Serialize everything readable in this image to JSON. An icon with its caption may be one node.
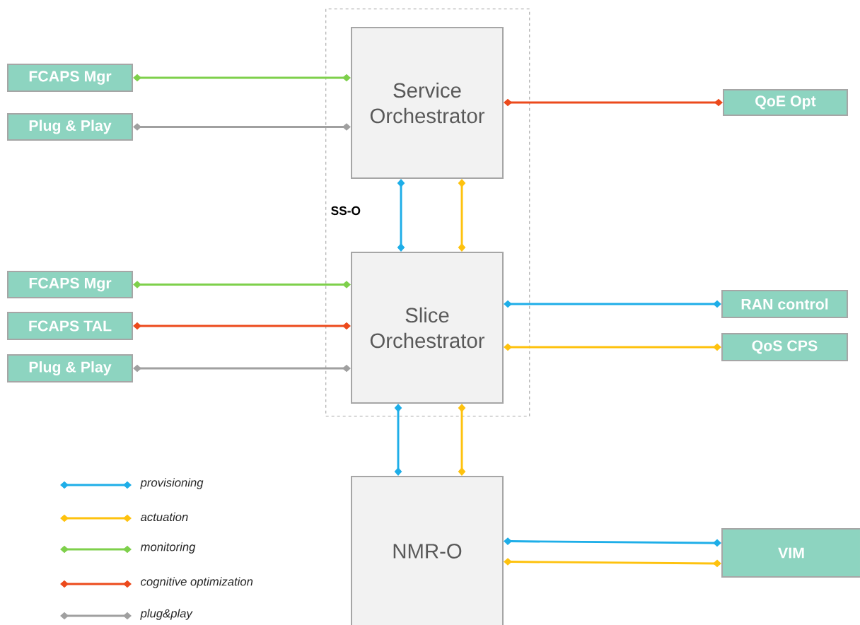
{
  "diagram": {
    "nodes": [
      {
        "text": [
          "SS-O"
        ]
      },
      {
        "text": [
          "Service Orchestrator"
        ],
        "in": 0
      },
      {
        "text": [
          "Slice Orchestrator"
        ],
        "in": 0
      },
      {
        "text": [
          "NMR-O"
        ]
      },
      {
        "text": [
          "FCAPS Mgr"
        ]
      },
      {
        "text": [
          "Plug & Play"
        ]
      },
      {
        "text": [
          "QoE Opt"
        ]
      },
      {
        "text": [
          "FCAPS Mgr"
        ]
      },
      {
        "text": [
          "FCAPS TAL"
        ]
      },
      {
        "text": [
          "Plug & Play"
        ]
      },
      {
        "text": [
          "RAN control"
        ]
      },
      {
        "text": [
          "QoS CPS"
        ]
      },
      {
        "text": [
          "VIM"
        ]
      }
    ],
    "edges": [
      {
        "from": 4,
        "to": 1,
        "arrow": "other",
        "color": "#7ed04b"
      },
      {
        "from": 5,
        "to": 1,
        "arrow": "other",
        "color": "#a0a0a0"
      },
      {
        "from": 1,
        "to": 6,
        "arrow": "other",
        "color": "#ec4a1c"
      },
      {
        "from": 1,
        "to": 2,
        "arrow": "other",
        "color": "#1eaee8"
      },
      {
        "from": 1,
        "to": 2,
        "arrow": "other",
        "color": "#fec20e"
      },
      {
        "from": 7,
        "to": 2,
        "arrow": "other",
        "color": "#7ed04b"
      },
      {
        "from": 8,
        "to": 2,
        "arrow": "other",
        "color": "#ec4a1c"
      },
      {
        "from": 9,
        "to": 2,
        "arrow": "other",
        "color": "#a0a0a0"
      },
      {
        "from": 2,
        "to": 10,
        "arrow": "other",
        "color": "#1eaee8"
      },
      {
        "from": 2,
        "to": 11,
        "arrow": "other",
        "color": "#fec20e"
      },
      {
        "from": 2,
        "to": 3,
        "arrow": "other",
        "color": "#1eaee8"
      },
      {
        "from": 2,
        "to": 3,
        "arrow": "other",
        "color": "#fec20e"
      },
      {
        "from": 3,
        "to": 12,
        "arrow": "other",
        "color": "#1eaee8"
      },
      {
        "from": 3,
        "to": 12,
        "arrow": "other",
        "color": "#fec20e"
      }
    ],
    "legend": [
      {
        "text": "provisioning"
      },
      {
        "text": "actuation"
      },
      {
        "text": "monitoring"
      },
      {
        "text": "cognitive optimization"
      },
      {
        "text": "plug&play"
      }
    ]
  }
}
